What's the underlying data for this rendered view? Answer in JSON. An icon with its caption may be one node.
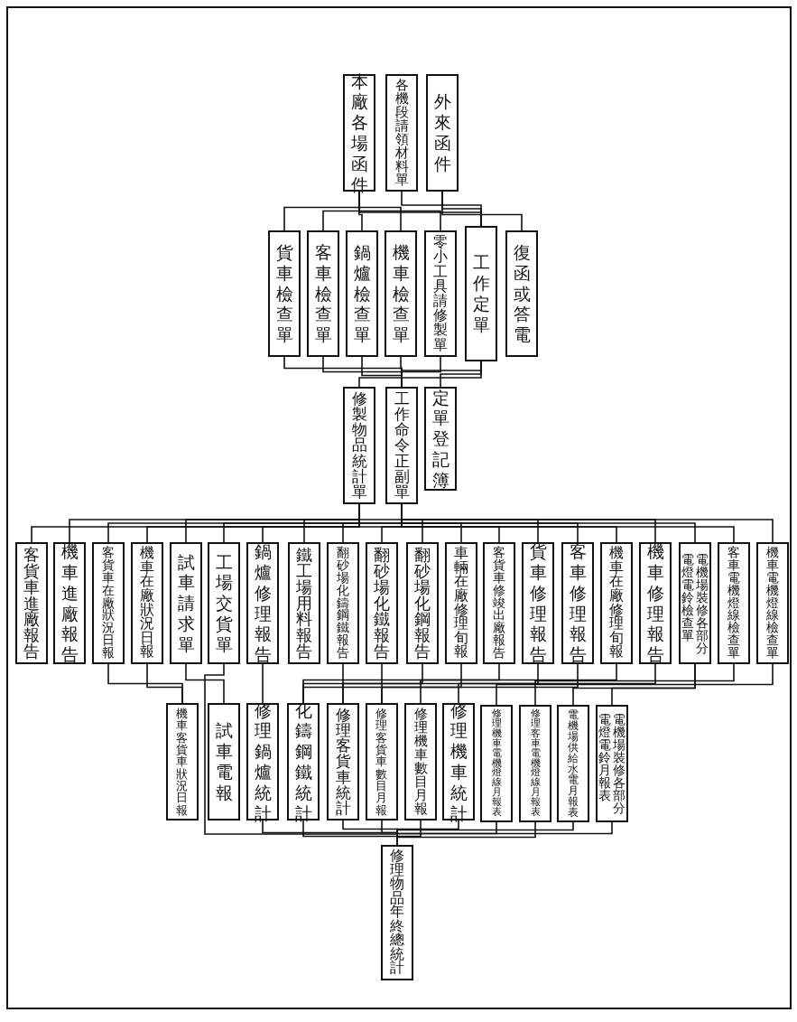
{
  "diagram": {
    "nodes": [
      {
        "text": [
          "本廠各場函件"
        ]
      },
      {
        "text": [
          "各機段請領材料單"
        ]
      },
      {
        "text": [
          "外來函件"
        ]
      },
      {
        "text": [
          "貨車檢查單"
        ]
      },
      {
        "text": [
          "客車檢查單"
        ]
      },
      {
        "text": [
          "鍋爐檢查單"
        ]
      },
      {
        "text": [
          "機車檢查單"
        ]
      },
      {
        "text": [
          "零小工具請修製單"
        ]
      },
      {
        "text": [
          "工作定單"
        ]
      },
      {
        "text": [
          "復函或答電"
        ]
      },
      {
        "text": [
          "修製物品統計單"
        ]
      },
      {
        "text": [
          "工作命令正副單"
        ]
      },
      {
        "text": [
          "定單登記簿"
        ]
      },
      {
        "text": [
          "客貨車進廠報告"
        ]
      },
      {
        "text": [
          "機車進廠報告"
        ]
      },
      {
        "text": [
          "客貨車在廠狀況日報"
        ]
      },
      {
        "text": [
          "機車在廠狀況日報"
        ]
      },
      {
        "text": [
          "試車請求單"
        ]
      },
      {
        "text": [
          "工場交貨單"
        ]
      },
      {
        "text": [
          "鍋爐修理報告"
        ]
      },
      {
        "text": [
          "鐵工場用料報告"
        ]
      },
      {
        "text": [
          "翻砂場化鑄鋼鐵報告"
        ]
      },
      {
        "text": [
          "翻砂場化鐵報告"
        ]
      },
      {
        "text": [
          "翻砂場化鋼報告"
        ]
      },
      {
        "text": [
          "車輛在廠修理旬報"
        ]
      },
      {
        "text": [
          "客貨車修竣出廠報告"
        ]
      },
      {
        "text": [
          "貨車修理報告"
        ]
      },
      {
        "text": [
          "客車修理報告"
        ]
      },
      {
        "text": [
          "機車在廠修理旬報"
        ]
      },
      {
        "text": [
          "機車修理報告"
        ]
      },
      {
        "text": [
          "電機場裝修各部分電燈電鈴檢查單"
        ]
      },
      {
        "text": [
          "客車電機燈線檢查單"
        ]
      },
      {
        "text": [
          "機車電機燈線檢查單"
        ]
      },
      {
        "text": [
          "機車客貨車狀況日報"
        ]
      },
      {
        "text": [
          "試車電報"
        ]
      },
      {
        "text": [
          "修理鍋爐統計"
        ]
      },
      {
        "text": [
          "化鑄鋼鐵統計"
        ]
      },
      {
        "text": [
          "修理客貨車統計"
        ]
      },
      {
        "text": [
          "修理客貨車數目月報"
        ]
      },
      {
        "text": [
          "修理機車數目月報"
        ]
      },
      {
        "text": [
          "修理機車統計"
        ]
      },
      {
        "text": [
          "修理機車電機燈線月報表"
        ]
      },
      {
        "text": [
          "修理客車電機燈線月報表"
        ]
      },
      {
        "text": [
          "電機場供給水電月報表"
        ]
      },
      {
        "text": [
          "電機場裝修各部分電燈電鈴月報表"
        ]
      },
      {
        "text": [
          "修理物品年終總統計"
        ]
      }
    ],
    "edges": [
      {
        "from": 0,
        "to": 3,
        "arrow": "none"
      },
      {
        "from": 0,
        "to": 4,
        "arrow": "none"
      },
      {
        "from": 0,
        "to": 5,
        "arrow": "none"
      },
      {
        "from": 0,
        "to": 6,
        "arrow": "none"
      },
      {
        "from": 0,
        "to": 7,
        "arrow": "none"
      },
      {
        "from": 0,
        "to": 8,
        "arrow": "none"
      },
      {
        "from": 1,
        "to": 8,
        "arrow": "none"
      },
      {
        "from": 2,
        "to": 8,
        "arrow": "none"
      },
      {
        "from": 2,
        "to": 9,
        "arrow": "none"
      },
      {
        "from": 3,
        "to": 11,
        "arrow": "none"
      },
      {
        "from": 4,
        "to": 11,
        "arrow": "none"
      },
      {
        "from": 5,
        "to": 11,
        "arrow": "none"
      },
      {
        "from": 6,
        "to": 11,
        "arrow": "none"
      },
      {
        "from": 7,
        "to": 11,
        "arrow": "none"
      },
      {
        "from": 8,
        "to": 10,
        "arrow": "none"
      },
      {
        "from": 8,
        "to": 11,
        "arrow": "none"
      },
      {
        "from": 8,
        "to": 12,
        "arrow": "none"
      },
      {
        "from": 10,
        "to": 13,
        "arrow": "none"
      },
      {
        "from": 10,
        "to": 14,
        "arrow": "none"
      },
      {
        "from": 10,
        "to": 15,
        "arrow": "none"
      },
      {
        "from": 10,
        "to": 16,
        "arrow": "none"
      },
      {
        "from": 10,
        "to": 17,
        "arrow": "none"
      },
      {
        "from": 11,
        "to": 18,
        "arrow": "none"
      },
      {
        "from": 11,
        "to": 19,
        "arrow": "none"
      },
      {
        "from": 11,
        "to": 20,
        "arrow": "none"
      },
      {
        "from": 11,
        "to": 21,
        "arrow": "none"
      },
      {
        "from": 11,
        "to": 22,
        "arrow": "none"
      },
      {
        "from": 11,
        "to": 23,
        "arrow": "none"
      },
      {
        "from": 11,
        "to": 24,
        "arrow": "none"
      },
      {
        "from": 11,
        "to": 25,
        "arrow": "none"
      },
      {
        "from": 11,
        "to": 26,
        "arrow": "none"
      },
      {
        "from": 11,
        "to": 27,
        "arrow": "none"
      },
      {
        "from": 11,
        "to": 28,
        "arrow": "none"
      },
      {
        "from": 11,
        "to": 29,
        "arrow": "none"
      },
      {
        "from": 11,
        "to": 30,
        "arrow": "none"
      },
      {
        "from": 11,
        "to": 31,
        "arrow": "none"
      },
      {
        "from": 11,
        "to": 32,
        "arrow": "none"
      },
      {
        "from": 15,
        "to": 33,
        "arrow": "none"
      },
      {
        "from": 16,
        "to": 33,
        "arrow": "none"
      },
      {
        "from": 17,
        "to": 34,
        "arrow": "none"
      },
      {
        "from": 19,
        "to": 35,
        "arrow": "none"
      },
      {
        "from": 21,
        "to": 36,
        "arrow": "none"
      },
      {
        "from": 22,
        "to": 36,
        "arrow": "none"
      },
      {
        "from": 23,
        "to": 36,
        "arrow": "none"
      },
      {
        "from": 24,
        "to": 37,
        "arrow": "none"
      },
      {
        "from": 25,
        "to": 38,
        "arrow": "none"
      },
      {
        "from": 26,
        "to": 37,
        "arrow": "none"
      },
      {
        "from": 27,
        "to": 38,
        "arrow": "none"
      },
      {
        "from": 28,
        "to": 39,
        "arrow": "none"
      },
      {
        "from": 29,
        "to": 40,
        "arrow": "none"
      },
      {
        "from": 30,
        "to": 44,
        "arrow": "none"
      },
      {
        "from": 31,
        "to": 42,
        "arrow": "none"
      },
      {
        "from": 32,
        "to": 41,
        "arrow": "none"
      },
      {
        "from": 30,
        "to": 43,
        "arrow": "none"
      },
      {
        "from": 18,
        "to": 45,
        "arrow": "none"
      },
      {
        "from": 35,
        "to": 45,
        "arrow": "none"
      },
      {
        "from": 36,
        "to": 45,
        "arrow": "none"
      },
      {
        "from": 37,
        "to": 45,
        "arrow": "none"
      },
      {
        "from": 38,
        "to": 45,
        "arrow": "none"
      },
      {
        "from": 39,
        "to": 45,
        "arrow": "none"
      },
      {
        "from": 40,
        "to": 45,
        "arrow": "none"
      },
      {
        "from": 41,
        "to": 45,
        "arrow": "none"
      },
      {
        "from": 42,
        "to": 45,
        "arrow": "none"
      },
      {
        "from": 43,
        "to": 45,
        "arrow": "none"
      },
      {
        "from": 44,
        "to": 45,
        "arrow": "none"
      }
    ]
  }
}
